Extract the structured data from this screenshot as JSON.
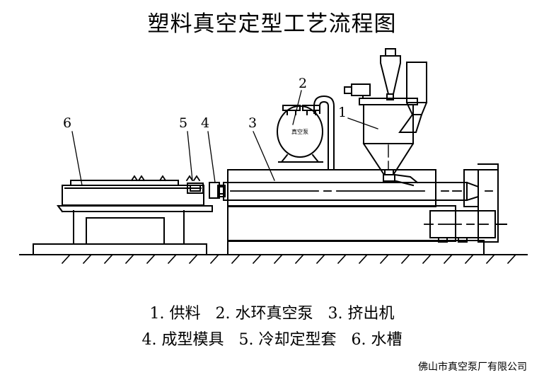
{
  "document": {
    "title": "塑料真空定型工艺流程图",
    "footer": "佛山市真空泵厂有限公司",
    "background_color": "#ffffff",
    "line_color": "#000000"
  },
  "legend": {
    "line1": "1. 供料   2. 水环真空泵   3. 挤出机",
    "line2": "4. 成型模具   5. 冷却定型套   6. 水槽"
  },
  "callouts": {
    "one": "1",
    "two": "2",
    "three": "3",
    "four": "4",
    "five": "5",
    "six": "6"
  },
  "components": {
    "pump_label": "真空泵",
    "items": [
      {
        "number": "1",
        "name": "供料"
      },
      {
        "number": "2",
        "name": "水环真空泵"
      },
      {
        "number": "3",
        "name": "挤出机"
      },
      {
        "number": "4",
        "name": "成型模具"
      },
      {
        "number": "5",
        "name": "冷却定型套"
      },
      {
        "number": "6",
        "name": "水槽"
      }
    ]
  }
}
